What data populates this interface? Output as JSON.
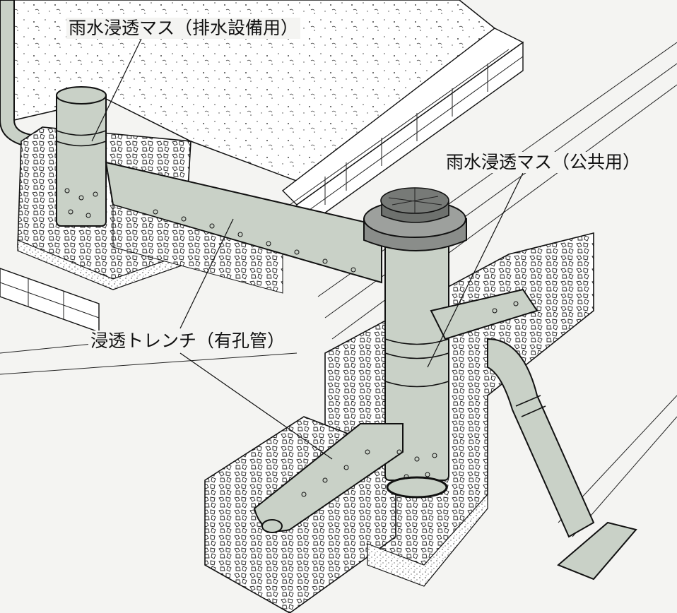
{
  "labels": {
    "infiltration_basin_drainage": "雨水浸透マス（排水設備用）",
    "infiltration_basin_public": "雨水浸透マス（公共用）",
    "infiltration_trench": "浸透トレンチ（有孔管）"
  },
  "colors": {
    "pipe": "#c9d1c7",
    "background": "#f4f4f2",
    "line": "#111111",
    "cover": "#8a8d8a"
  }
}
